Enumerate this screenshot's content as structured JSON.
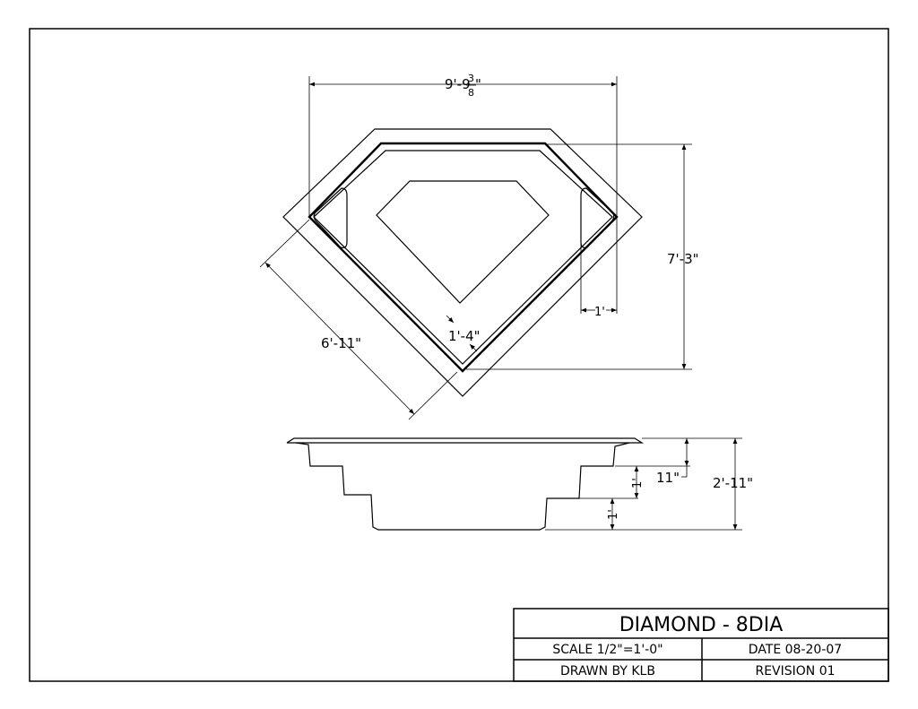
{
  "drawing": {
    "dimensions": {
      "overall_width": "9'-9",
      "overall_width_fraction_num": "3",
      "overall_width_fraction_den": "8",
      "overall_width_inch_mark": "\"",
      "depth_right": "7'-3\"",
      "diagonal_left": "6'-11\"",
      "seat_width": "1'",
      "seat_depth": "1'-4\"",
      "step_first": "11\"",
      "overall_height": "2'-11\"",
      "step_second": "1'",
      "step_third": "1'"
    }
  },
  "title_block": {
    "title": "DIAMOND - 8DIA",
    "scale": "SCALE 1/2\"=1'-0\"",
    "date": "DATE 08-20-07",
    "drawn_by": "DRAWN BY KLB",
    "revision": "REVISION 01"
  },
  "colors": {
    "ink": "#000000",
    "paper": "#ffffff"
  }
}
